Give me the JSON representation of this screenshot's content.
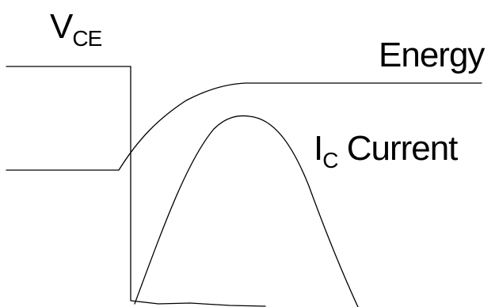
{
  "labels": {
    "vce_main": "V",
    "vce_sub": "CE",
    "energy": "Energy",
    "ic_main": "I",
    "ic_sub": "C",
    "ic_suffix": " Current"
  },
  "colors": {
    "background": "#ffffff",
    "stroke": "#000000"
  }
}
